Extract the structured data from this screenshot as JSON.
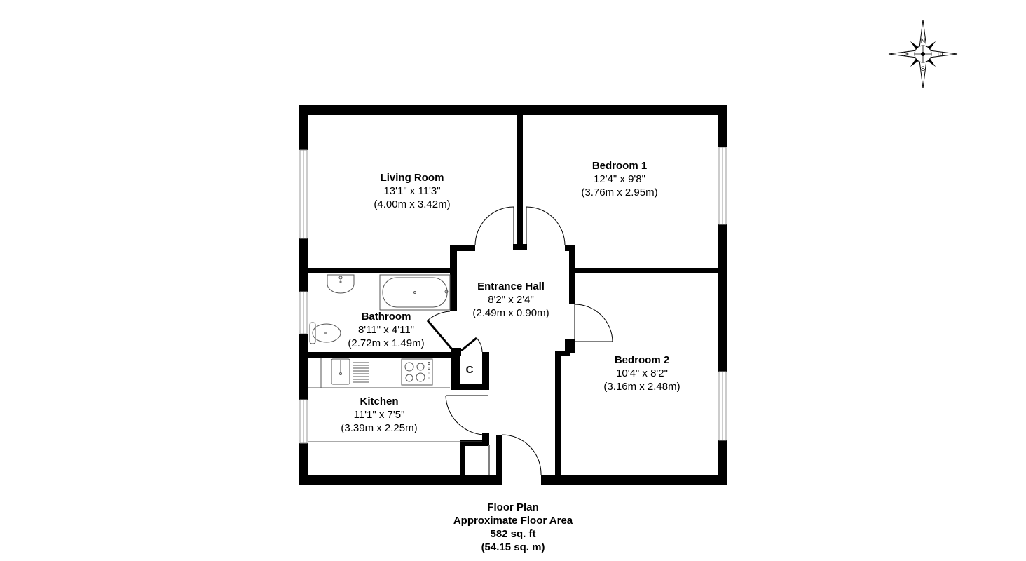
{
  "compass": {
    "north": "N",
    "south": "S",
    "east": "E",
    "west": "W"
  },
  "rooms": {
    "living_room": {
      "name": "Living Room",
      "imperial": "13'1\" x 11'3\"",
      "metric": "(4.00m x 3.42m)"
    },
    "bedroom_1": {
      "name": "Bedroom 1",
      "imperial": "12'4\" x 9'8\"",
      "metric": "(3.76m x 2.95m)"
    },
    "entrance_hall": {
      "name": "Entrance Hall",
      "imperial": "8'2\" x 2'4\"",
      "metric": "(2.49m x 0.90m)"
    },
    "bathroom": {
      "name": "Bathroom",
      "imperial": "8'11\" x 4'11\"",
      "metric": "(2.72m x 1.49m)"
    },
    "bedroom_2": {
      "name": "Bedroom 2",
      "imperial": "10'4\" x 8'2\"",
      "metric": "(3.16m x 2.48m)"
    },
    "kitchen": {
      "name": "Kitchen",
      "imperial": "11'1\" x 7'5\"",
      "metric": "(3.39m x 2.25m)"
    },
    "closet": {
      "name": "C"
    }
  },
  "caption": {
    "line1": "Floor Plan",
    "line2": "Approximate Floor Area",
    "line3": "582 sq. ft",
    "line4": "(54.15 sq. m)"
  },
  "colors": {
    "wall": "#000000",
    "background": "#ffffff",
    "window": "#bfbfbf"
  }
}
